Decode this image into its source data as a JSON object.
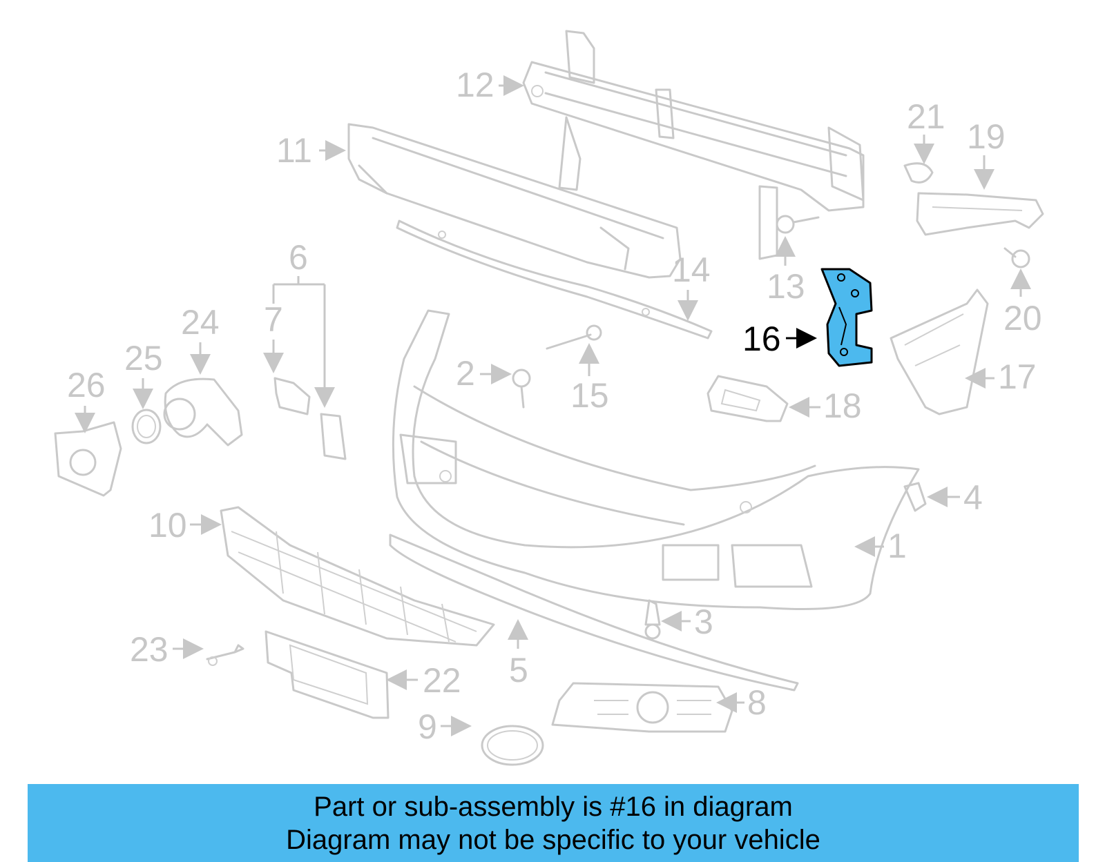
{
  "diagram": {
    "highlight_color": "#4cb9ee",
    "part_color": "#c9c9c9",
    "callouts": {
      "c1": "1",
      "c2": "2",
      "c3": "3",
      "c4": "4",
      "c5": "5",
      "c6": "6",
      "c7": "7",
      "c8": "8",
      "c9": "9",
      "c10": "10",
      "c11": "11",
      "c12": "12",
      "c13": "13",
      "c14": "14",
      "c15": "15",
      "c16": "16",
      "c17": "17",
      "c18": "18",
      "c19": "19",
      "c20": "20",
      "c21": "21",
      "c22": "22",
      "c23": "23",
      "c24": "24",
      "c25": "25",
      "c26": "26"
    }
  },
  "banner": {
    "background": "#4cb9ee",
    "line1": "Part or sub-assembly is #16 in diagram",
    "line2": "Diagram may not be specific to your vehicle"
  }
}
